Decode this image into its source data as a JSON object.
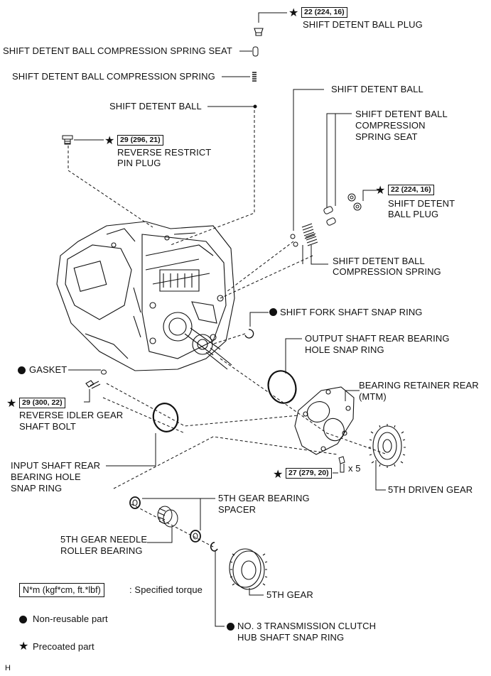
{
  "figure_code": "H",
  "labels": {
    "plug_top": "SHIFT DETENT BALL PLUG",
    "spring_seat_top": "SHIFT DETENT BALL COMPRESSION SPRING SEAT",
    "spring_top": "SHIFT DETENT BALL COMPRESSION SPRING",
    "ball_left": "SHIFT DETENT BALL",
    "reverse_restrict_pin_plug": [
      "REVERSE RESTRICT",
      "PIN PLUG"
    ],
    "ball_right": "SHIFT DETENT BALL",
    "spring_seat_right": [
      "SHIFT DETENT BALL",
      "COMPRESSION",
      "SPRING SEAT"
    ],
    "plug_right": [
      "SHIFT DETENT",
      "BALL PLUG"
    ],
    "spring_right": [
      "SHIFT DETENT BALL",
      "COMPRESSION SPRING"
    ],
    "snap_ring_fork": "SHIFT FORK SHAFT SNAP RING",
    "output_snap_ring": [
      "OUTPUT SHAFT REAR BEARING",
      "HOLE SNAP RING"
    ],
    "gasket": "GASKET",
    "bearing_retainer": [
      "BEARING RETAINER REAR",
      "(MTM)"
    ],
    "reverse_idler_bolt": [
      "REVERSE IDLER GEAR",
      "SHAFT BOLT"
    ],
    "input_snap_ring": [
      "INPUT SHAFT REAR",
      "BEARING HOLE",
      "SNAP RING"
    ],
    "driven_gear": "5TH DRIVEN GEAR",
    "bearing_spacer": [
      "5TH GEAR BEARING",
      "SPACER"
    ],
    "needle_bearing": [
      "5TH GEAR NEEDLE",
      "ROLLER BEARING"
    ],
    "fifth_gear": "5TH GEAR",
    "clutch_hub_ring": [
      "NO. 3 TRANSMISSION CLUTCH",
      "HUB SHAFT SNAP RING"
    ],
    "qty": "x 5"
  },
  "torques": {
    "plug_top": "22 (224, 16)",
    "restrict_plug": "29 (296, 21)",
    "plug_right": "22 (224, 16)",
    "idler_bolt": "29 (300, 22)",
    "retainer_bolts": "27 (279, 20)"
  },
  "legend": {
    "torque_unit": "N*m (kgf*cm, ft.*lbf)",
    "torque_desc": ": Specified torque",
    "non_reusable": "Non-reusable part",
    "precoated": "Precoated part"
  },
  "icons": {
    "precoated": "star-icon",
    "non_reusable": "filled-circle-icon"
  },
  "colors": {
    "line": "#111111",
    "background": "#ffffff"
  }
}
